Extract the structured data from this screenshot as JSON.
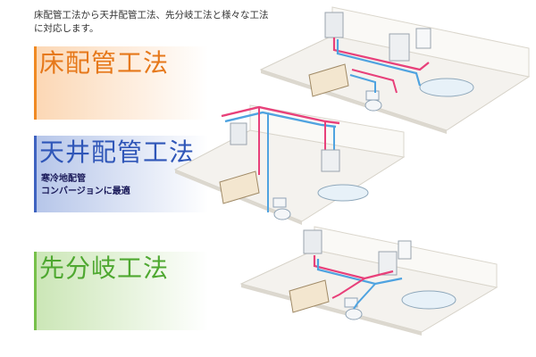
{
  "intro": {
    "line1": "床配管工法から天井配管工法、先分岐工法と様々な工法",
    "line2": "に対応します。"
  },
  "methods": {
    "floor": {
      "title": "床配管工法"
    },
    "ceiling": {
      "title": "天井配管工法",
      "sub1": "寒冷地配管",
      "sub2": "コンバージョンに最適"
    },
    "branch": {
      "title": "先分岐工法"
    }
  },
  "colors": {
    "floor_accent": "#f08a24",
    "ceiling_accent": "#3f63c0",
    "branch_accent": "#77c04a",
    "hot_pipe": "#e8407a",
    "cold_pipe": "#4fa3e0"
  }
}
